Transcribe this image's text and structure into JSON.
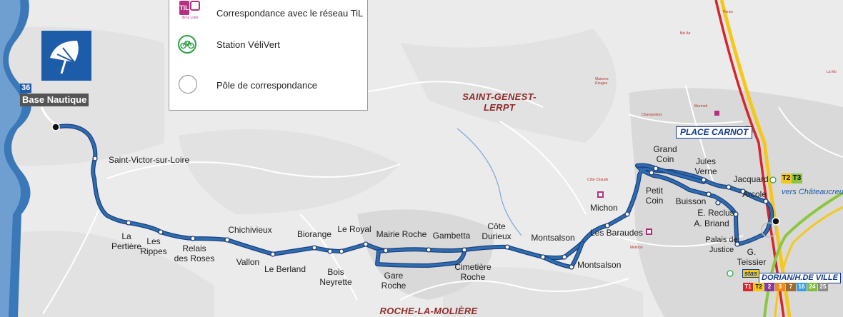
{
  "legend": {
    "til_logo_text": "TiL",
    "til_logo_subtext": "de la Loire",
    "items": [
      {
        "icon": "til-network-icon",
        "label": "Correspondance avec le réseau TiL"
      },
      {
        "icon": "bike-station-icon",
        "label": "Station VéliVert"
      },
      {
        "icon": "interchange-circle-icon",
        "label": "Pôle de correspondance"
      }
    ]
  },
  "terminus": {
    "line_number": "36",
    "name": "Base Nautique",
    "icon": "beach-umbrella-icon"
  },
  "cities": {
    "saint_genest": "SAINT-GENEST-\nLERPT",
    "roche": "ROCHE-LA-MOLIÈRE"
  },
  "stops": [
    {
      "id": "saint-victor",
      "label": "Saint-Victor-sur-Loire"
    },
    {
      "id": "la-pertiere",
      "label": "La\nPertière"
    },
    {
      "id": "les-rippes",
      "label": "Les\nRippes"
    },
    {
      "id": "relais-des-roses",
      "label": "Relais\ndes Roses"
    },
    {
      "id": "chichivieux",
      "label": "Chichivieux"
    },
    {
      "id": "vallon",
      "label": "Vallon"
    },
    {
      "id": "le-berland",
      "label": "Le Berland"
    },
    {
      "id": "biorange",
      "label": "Biorange"
    },
    {
      "id": "bois-neyrette",
      "label": "Bois\nNeyrette"
    },
    {
      "id": "le-royal",
      "label": "Le Royal"
    },
    {
      "id": "mairie-roche",
      "label": "Mairie Roche"
    },
    {
      "id": "gare-roche",
      "label": "Gare\nRoche"
    },
    {
      "id": "gambetta",
      "label": "Gambetta"
    },
    {
      "id": "cimetiere-roche",
      "label": "Cimetière\nRoche"
    },
    {
      "id": "cote-durieux",
      "label": "Côte\nDurieux"
    },
    {
      "id": "montsalson-1",
      "label": "Montsalson"
    },
    {
      "id": "montsalson-2",
      "label": "Montsalson"
    },
    {
      "id": "les-baraudes",
      "label": "Les Baraudes"
    },
    {
      "id": "michon",
      "label": "Michon"
    },
    {
      "id": "grand-coin",
      "label": "Grand\nCoin"
    },
    {
      "id": "petit-coin",
      "label": "Petit\nCoin"
    },
    {
      "id": "jules-verne",
      "label": "Jules\nVerne"
    },
    {
      "id": "buisson",
      "label": "Buisson"
    },
    {
      "id": "e-reclus",
      "label": "E. Reclus"
    },
    {
      "id": "a-briand",
      "label": "A. Briand"
    },
    {
      "id": "jacquard",
      "label": "Jacquard"
    },
    {
      "id": "arcole",
      "label": "Arcole"
    },
    {
      "id": "palais-de-justice",
      "label": "Palais de\nJustice"
    },
    {
      "id": "g-teissier",
      "label": "G.\nTeissier"
    }
  ],
  "place_carnot": "PLACE CARNOT",
  "tram_badges": [
    "T2",
    "T3"
  ],
  "vers_chateaucreux": "vers Châteaucreux",
  "dorian": {
    "logo": "stas",
    "name": "DORIAN/H.DE VILLE",
    "lines": [
      {
        "label": "T1",
        "color": "#d8242a"
      },
      {
        "label": "T2",
        "color": "#f4c81b"
      },
      {
        "label": "2",
        "color": "#8a3a8f"
      },
      {
        "label": "3",
        "color": "#f08a1d"
      },
      {
        "label": "7",
        "color": "#a06a2c"
      },
      {
        "label": "16",
        "color": "#3aa0d8"
      },
      {
        "label": "24",
        "color": "#7fbf3d"
      },
      {
        "label": "25",
        "color": "#8c8c8c"
      }
    ]
  },
  "small_places": [
    {
      "id": "bel-air",
      "label": "Bel Air"
    },
    {
      "id": "la-mo",
      "label": "La Mo"
    },
    {
      "id": "maisons-rouges",
      "label": "Maisons\nRouges"
    },
    {
      "id": "chavassieux",
      "label": "Chavassieux"
    },
    {
      "id": "mermed",
      "label": "Mermed"
    },
    {
      "id": "cote-chaude",
      "label": "Côte Chaude"
    },
    {
      "id": "melinon",
      "label": "Melinon"
    },
    {
      "id": "top-rel",
      "label": "Ponce"
    }
  ],
  "colors": {
    "route": "#2f6db3",
    "route_dark": "#1b3f7a",
    "tram_red": "#d8242a",
    "tram_yellow": "#f4c81b",
    "tram_green": "#8cc63f",
    "river": "#3a78b8",
    "brand_blue": "#123b8c",
    "city_label": "#8d2a2a"
  }
}
